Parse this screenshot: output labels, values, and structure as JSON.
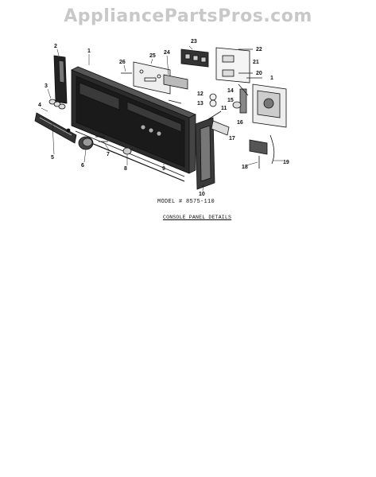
{
  "watermark": "AppliancePartsPros.com",
  "model_text": "MODEL # 8575-110",
  "caption": "CONSOLE PANEL DETAILS",
  "callouts": [
    "1",
    "2",
    "3",
    "4",
    "5",
    "6",
    "7",
    "8",
    "9",
    "10",
    "11",
    "12",
    "13",
    "14",
    "15",
    "16",
    "17",
    "18",
    "19",
    "20",
    "21",
    "22",
    "23",
    "24",
    "25",
    "26"
  ],
  "colors": {
    "ink": "#111111",
    "watermark": "#c8c8c8",
    "panel": "#2a2a2a"
  }
}
